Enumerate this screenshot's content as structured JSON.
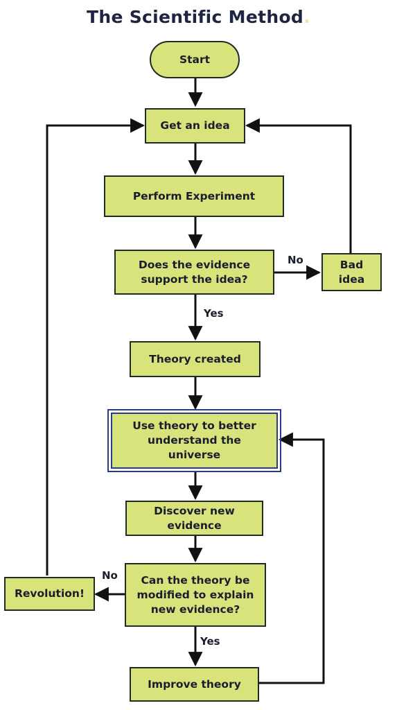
{
  "title": "The Scientific Method",
  "nodes": {
    "start": "Start",
    "get_idea": "Get an idea",
    "perform": "Perform Experiment",
    "evidence": "Does the evidence\nsupport the idea?",
    "bad_idea": "Bad\nidea",
    "theory_created": "Theory created",
    "use_theory": "Use theory to better\nunderstand the\nuniverse",
    "discover": "Discover new\nevidence",
    "can_modify": "Can the theory be\nmodified to explain\nnew evidence?",
    "revolution": "Revolution!",
    "improve": "Improve theory"
  },
  "labels": {
    "no_bad": "No",
    "yes_theory": "Yes",
    "no_revolution": "No",
    "yes_improve": "Yes"
  },
  "colors": {
    "box_fill": "#d9e37c",
    "box_border": "#1f2a24",
    "title": "#1d2540",
    "highlight_border": "#2b3a86"
  }
}
